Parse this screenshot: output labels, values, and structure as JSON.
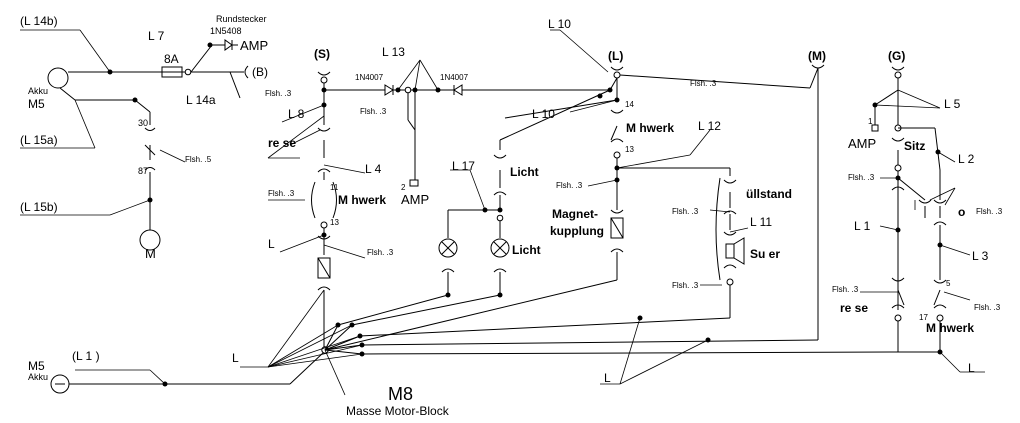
{
  "labels": {
    "L14b": "(L 14b)",
    "L7": "L 7",
    "fuse": "8A",
    "rundstecker": "Rundstecker",
    "diode1": "1N5408",
    "amp_top": "AMP",
    "B": "(B)",
    "L14a": "L 14a",
    "S": "(S)",
    "L13": "L 13",
    "d1n4007a": "1N4007",
    "d1n4007b": "1N4007",
    "L10a": "L 10",
    "Lconn": "(L)",
    "M_conn": "(M)",
    "G": "(G)",
    "L5": "L 5",
    "akku_top": "Akku",
    "M5_top": "M5",
    "L15a": "(L 15a)",
    "n30": "30",
    "n87": "87",
    "L15b": "(L 15b)",
    "M_motor": "M",
    "flsh_top_S": "Flsh. .3",
    "L8": "L 8",
    "flsh_L8": "Flsh. .3",
    "rese_left": "re se",
    "L4": "L 4",
    "flsh_left_mid": "Flsh. .3",
    "n11": "11",
    "mhwerk_left": "M hwerk",
    "n13_left": "13",
    "Lleft": "L",
    "flsh_left_low": "Flsh. .3",
    "amp2_num": "2",
    "amp2": "AMP",
    "flsh_relay": "Flsh. .5",
    "L17": "L 17",
    "licht_sw": "Licht",
    "licht_lamp": "Licht",
    "L10b": "L 10",
    "flsh_L10": "Flsh. .3",
    "n14": "14",
    "mhwerk_mid": "M hwerk",
    "L12": "L 12",
    "n13_mid": "13",
    "flsh_mid": "Flsh. .3",
    "magnet": "Magnet-",
    "kupplung": "kupplung",
    "fuellstand": "üllstand",
    "flsh_fuell": "Flsh. .3",
    "L11": "L 11",
    "summer": "Su er",
    "flsh_summer": "Flsh. .3",
    "amp1_num": "1",
    "amp1": "AMP",
    "sitz": "Sitz",
    "L2": "L 2",
    "flsh_sitz": "Flsh. .3",
    "L1r": "L 1",
    "o": "o",
    "flsh_o": "Flsh. .3",
    "L3": "L 3",
    "n5": "5",
    "flsh_r_low_left": "Flsh. .3",
    "rese_right": "re se",
    "flsh_r_low_right": "Flsh. .3",
    "n17": "17",
    "mhwerk_right": "M hwerk",
    "Lright": "L",
    "M5_bottom": "M5",
    "akku_bottom": "Akku",
    "L1_bottom": "(L 1 )",
    "L_ground": "L",
    "M8": "M8",
    "masse": "Masse Motor-Block",
    "L_bottom_mid": "L"
  }
}
